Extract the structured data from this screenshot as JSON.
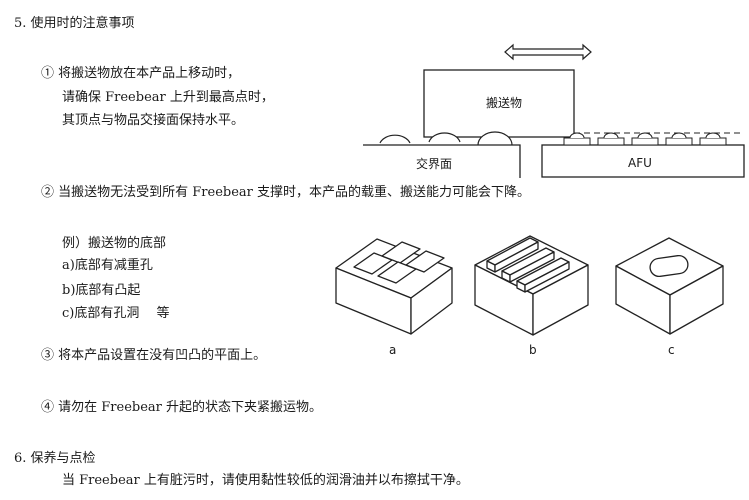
{
  "section5": {
    "title": "5. 使用时的注意事项",
    "item1": {
      "line1": "① 将搬送物放在本产品上移动时，",
      "line2": "请确保 Freebear 上升到最高点时，",
      "line3": "其顶点与物品交接面保持水平。"
    },
    "item2": "② 当搬送物无法受到所有 Freebear 支撑时，本产品的载重、搬送能力可能会下降。",
    "examples": {
      "heading": "例）搬送物的底部",
      "a": "a)底部有减重孔",
      "b": "b)底部有凸起",
      "c": "c)底部有孔洞　 等"
    },
    "item3": "③ 将本产品设置在没有凹凸的平面上。",
    "item4": "④ 请勿在 Freebear 升起的状态下夹紧搬运物。"
  },
  "section6": {
    "title": "6. 保养与点检",
    "body": "当 Freebear 上有脏污时，请使用黏性较低的润滑油并以布擦拭干净。"
  },
  "figure_transfer": {
    "object_label": "搬送物",
    "interface_label": "交界面",
    "afu_label": "AFU"
  },
  "figure_blocks": {
    "label_a": "a",
    "label_b": "b",
    "label_c": "c"
  }
}
